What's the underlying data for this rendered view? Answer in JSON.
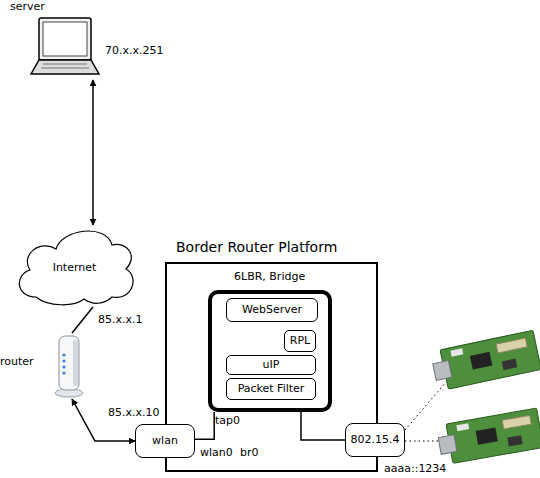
{
  "diagram": {
    "nodes": [
      {
        "text": [
          "server",
          "70.x.x.251"
        ]
      },
      {
        "text": [
          "Internet"
        ]
      },
      {
        "text": [
          "router"
        ]
      },
      {
        "text": [
          "Border Router Platform"
        ]
      },
      {
        "text": [
          "6LBR, Bridge"
        ],
        "in": 3
      },
      {
        "text": [
          "WebServer"
        ],
        "in": 4
      },
      {
        "text": [
          "RPL"
        ],
        "in": 4
      },
      {
        "text": [
          "uIP"
        ],
        "in": 4
      },
      {
        "text": [
          "Packet Filter"
        ],
        "in": 4
      },
      {
        "text": [
          "wlan"
        ],
        "in": 3
      },
      {
        "text": [
          "802.15.4"
        ],
        "in": 3
      }
    ],
    "edges": [
      {
        "from": 0,
        "to": 1,
        "arrow": "both"
      },
      {
        "from": 1,
        "to": 2,
        "label": "85.x.x.1",
        "arrow": "none"
      },
      {
        "from": 2,
        "to": 9,
        "label": "85.x.x.10",
        "arrow": "both"
      },
      {
        "from": 9,
        "to": 4,
        "label": "tap0",
        "arrow": "none"
      },
      {
        "from": 4,
        "to": 10,
        "arrow": "none"
      }
    ],
    "labels": [
      "wlan0",
      "br0",
      "aaaa::1234"
    ]
  }
}
